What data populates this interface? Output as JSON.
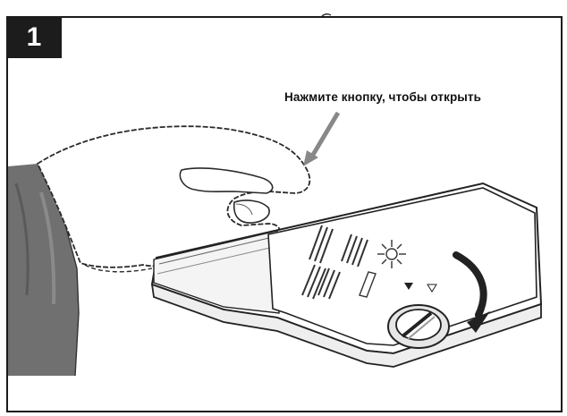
{
  "step": {
    "number": "1"
  },
  "instruction": {
    "text": "Нажмите кнопку, чтобы открыть"
  },
  "illustration": {
    "subject": "hand pressing button on dishwasher detergent dispenser lid",
    "icons": {
      "arrow": "down-left-arrow-icon",
      "rotate": "rotate-arrow-icon",
      "sun": "sun-symbol-icon"
    }
  }
}
